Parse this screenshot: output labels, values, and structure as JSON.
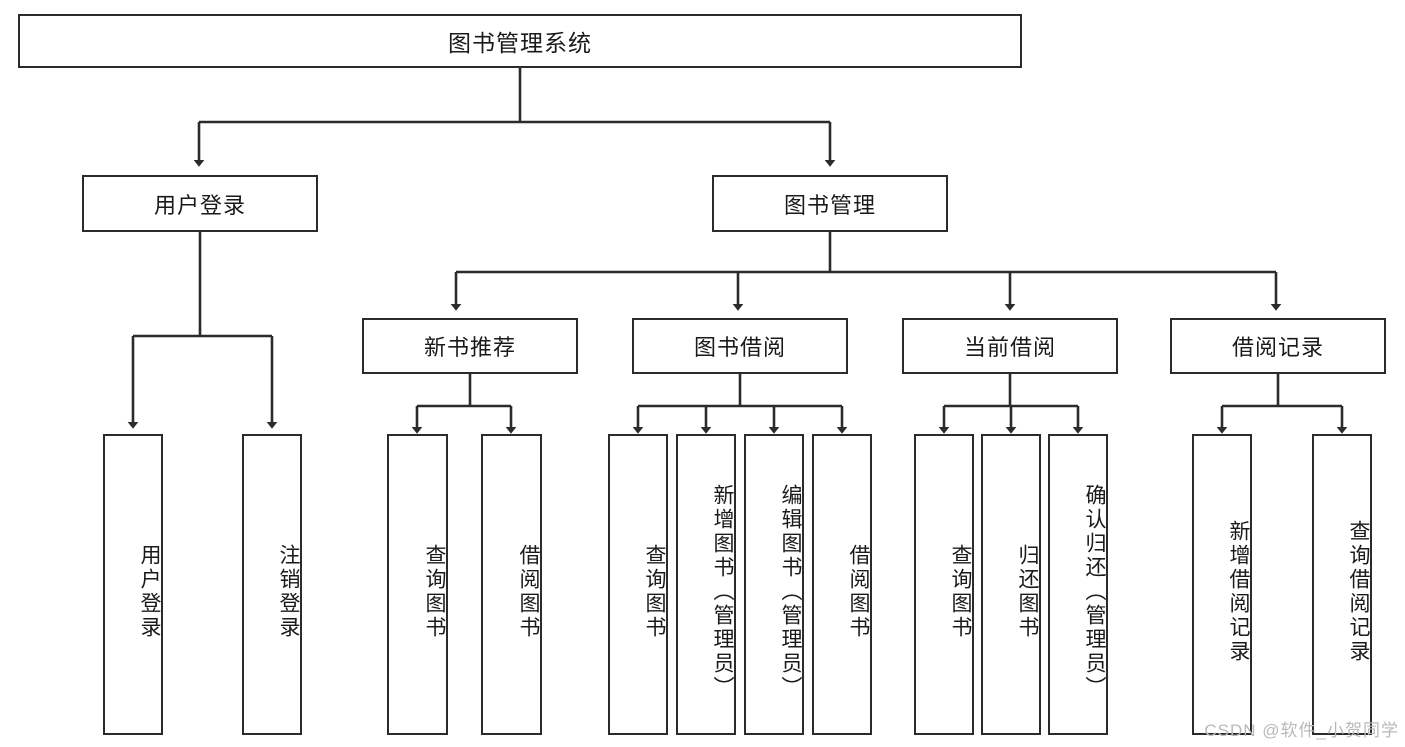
{
  "diagram": {
    "type": "tree",
    "title": "图书管理系统",
    "root": {
      "label": "图书管理系统"
    },
    "level2": [
      {
        "label": "用户登录"
      },
      {
        "label": "图书管理"
      }
    ],
    "level3": [
      {
        "label": "新书推荐"
      },
      {
        "label": "图书借阅"
      },
      {
        "label": "当前借阅"
      },
      {
        "label": "借阅记录"
      }
    ],
    "leaves": {
      "user_login": [
        {
          "label": "用户登录"
        },
        {
          "label": "注销登录"
        }
      ],
      "new_book_rec": [
        {
          "label": "查询图书"
        },
        {
          "label": "借阅图书"
        }
      ],
      "book_borrow": [
        {
          "label": "查询图书"
        },
        {
          "label": "新增图书（管理员）"
        },
        {
          "label": "编辑图书（管理员）"
        },
        {
          "label": "借阅图书"
        }
      ],
      "current_borrow": [
        {
          "label": "查询图书"
        },
        {
          "label": "归还图书"
        },
        {
          "label": "确认归还（管理员）"
        }
      ],
      "borrow_record": [
        {
          "label": "新增借阅记录"
        },
        {
          "label": "查询借阅记录"
        }
      ]
    }
  },
  "watermark": {
    "text": "CSDN @软件_小贺同学"
  },
  "colors": {
    "stroke": "#2b2b2b",
    "fill": "#ffffff",
    "text": "#1a1a1a",
    "watermark": "#b9b9b9"
  }
}
